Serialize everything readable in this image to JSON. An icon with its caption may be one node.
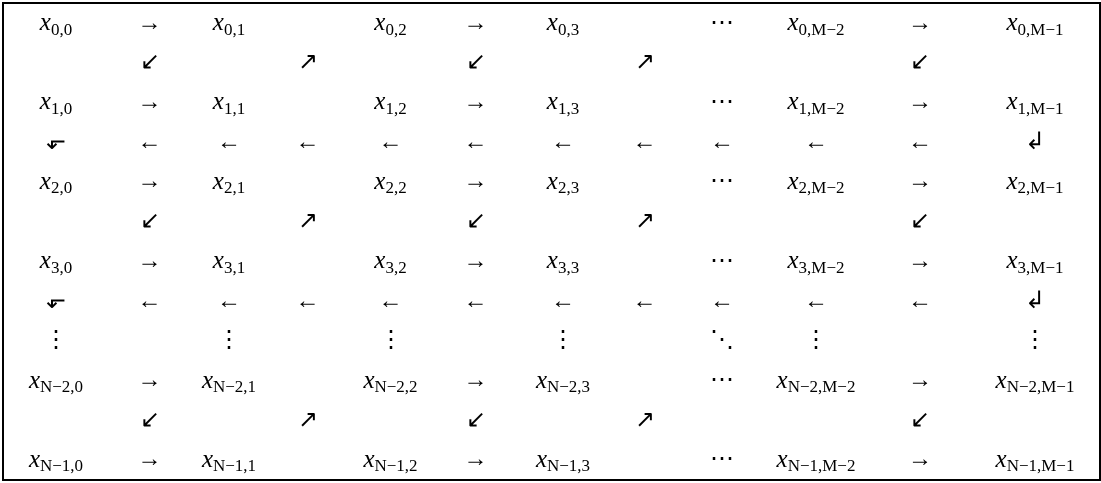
{
  "diagram": {
    "labels": [
      "x$_{0,0}$",
      "→",
      "x$_{0,1}$",
      "x$_{0,2}$",
      "→",
      "x$_{0,3}$",
      "⋯",
      "x$_{0,M−2}$",
      "→",
      "x$_{0,M−1}$",
      "↙",
      "↗",
      "↙",
      "↗",
      "↙",
      "x$_{1,0}$",
      "→",
      "x$_{1,1}$",
      "x$_{1,2}$",
      "→",
      "x$_{1,3}$",
      "⋯",
      "x$_{1,M−2}$",
      "→",
      "x$_{1,M−1}$",
      "⬐",
      "←",
      "←",
      "←",
      "←",
      "←",
      "←",
      "←",
      "←",
      "←",
      "←",
      "↲",
      "x$_{2,0}$",
      "→",
      "x$_{2,1}$",
      "x$_{2,2}$",
      "→",
      "x$_{2,3}$",
      "⋯",
      "x$_{2,M−2}$",
      "→",
      "x$_{2,M−1}$",
      "↙",
      "↗",
      "↙",
      "↗",
      "↙",
      "x$_{3,0}$",
      "→",
      "x$_{3,1}$",
      "x$_{3,2}$",
      "→",
      "x$_{3,3}$",
      "⋯",
      "x$_{3,M−2}$",
      "→",
      "x$_{3,M−1}$",
      "⬐",
      "←",
      "←",
      "←",
      "←",
      "←",
      "←",
      "←",
      "←",
      "←",
      "←",
      "↲",
      "⋮",
      "⋮",
      "⋮",
      "⋮",
      "⋱",
      "⋮",
      "⋮",
      "x$_{N−2,0}$",
      "→",
      "x$_{N−2,1}$",
      "x$_{N−2,2}$",
      "→",
      "x$_{N−2,3}$",
      "⋯",
      "x$_{N−2,M−2}$",
      "→",
      "x$_{N−2,M−1}$",
      "↙",
      "↗",
      "↙",
      "↗",
      "↙",
      "x$_{N−1,0}$",
      "→",
      "x$_{N−1,1}$",
      "x$_{N−1,2}$",
      "→",
      "x$_{N−1,3}$",
      "⋯",
      "x$_{N−1,M−2}$",
      "→",
      "x$_{N−1,M−1}$"
    ]
  }
}
